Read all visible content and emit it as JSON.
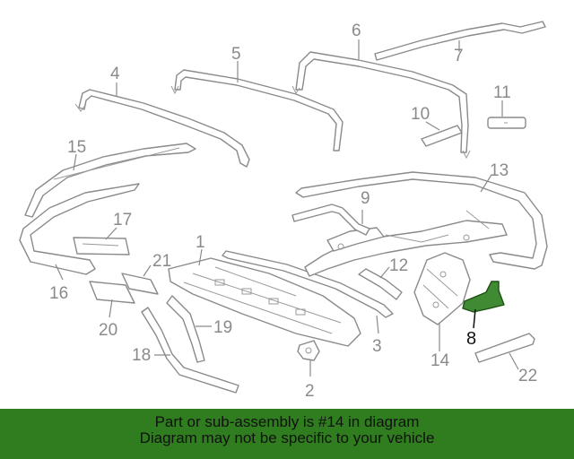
{
  "diagram": {
    "callouts": [
      "1",
      "2",
      "3",
      "4",
      "5",
      "6",
      "7",
      "8",
      "10",
      "11",
      "12",
      "13",
      "14",
      "15",
      "16",
      "17",
      "18",
      "19",
      "20",
      "21",
      "22",
      "9"
    ],
    "highlight_color": "#3f8a32"
  },
  "banner": {
    "line1": "Part or sub-assembly is #14 in diagram",
    "line2": "Diagram may not be specific to your vehicle",
    "background": "#2f7d1e"
  }
}
